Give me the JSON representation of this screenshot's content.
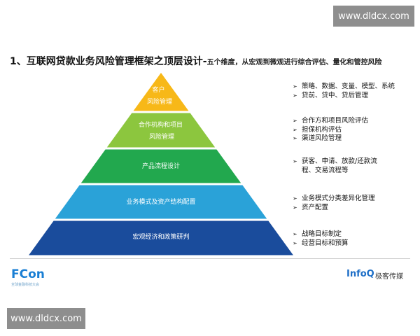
{
  "watermark": "www.dldcx.com",
  "title": {
    "main": "1、互联网贷款业务风险管理框架之顶层设计-",
    "sub": "五个维度，从宏观到微观进行综合评估、量化和管控风险"
  },
  "pyramid": [
    {
      "label_lines": [
        "客户",
        "风险管理"
      ],
      "color": "#f7b818"
    },
    {
      "label_lines": [
        "合作机构和项目",
        "风险管理"
      ],
      "color": "#8cc63e"
    },
    {
      "label_lines": [
        "产品流程设计"
      ],
      "color": "#22a84e"
    },
    {
      "label_lines": [
        "业务模式及资产结构配置"
      ],
      "color": "#2aa2d8"
    },
    {
      "label_lines": [
        "宏观经济和政策研判"
      ],
      "color": "#1a4c9c"
    }
  ],
  "bullets": [
    [
      "策略、数据、变量、模型、系统",
      "贷前、贷中、贷后管理"
    ],
    [
      "合作方和项目风险评估",
      "担保机构评估",
      "渠道风险管理"
    ],
    [
      "获客、申请、放款/还款流程、交易流程等"
    ],
    [
      "业务模式分类差异化管理",
      "资产配置"
    ],
    [
      "战略目标制定",
      "经营目标和预算"
    ]
  ],
  "footer": {
    "left_logo": "FCon",
    "left_sub": "全球金融科技大会",
    "right_logo": "InfoQ",
    "right_cn": "极客传媒"
  }
}
